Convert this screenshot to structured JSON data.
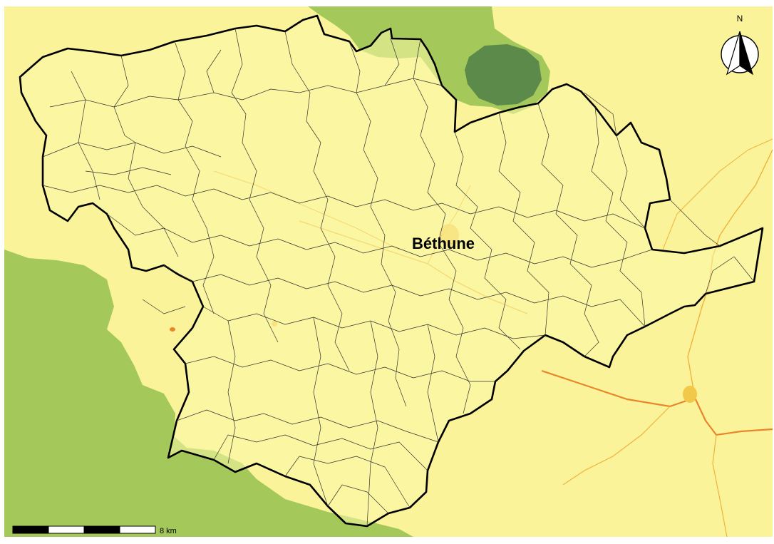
{
  "map": {
    "city_label": "Béthune",
    "north_label": "N",
    "scale_label": "8 km",
    "colors": {
      "background": "#fbf39a",
      "district_fill": "#fcf7a8",
      "forest_light": "#a4c95a",
      "forest_dark": "#5c8a4a",
      "urban": "#f2c84a",
      "road": "#f0b23a",
      "road_major": "#e8862a",
      "boundary": "#000000",
      "commune_line": "#333333"
    },
    "icons": [
      "north-arrow-icon"
    ]
  }
}
